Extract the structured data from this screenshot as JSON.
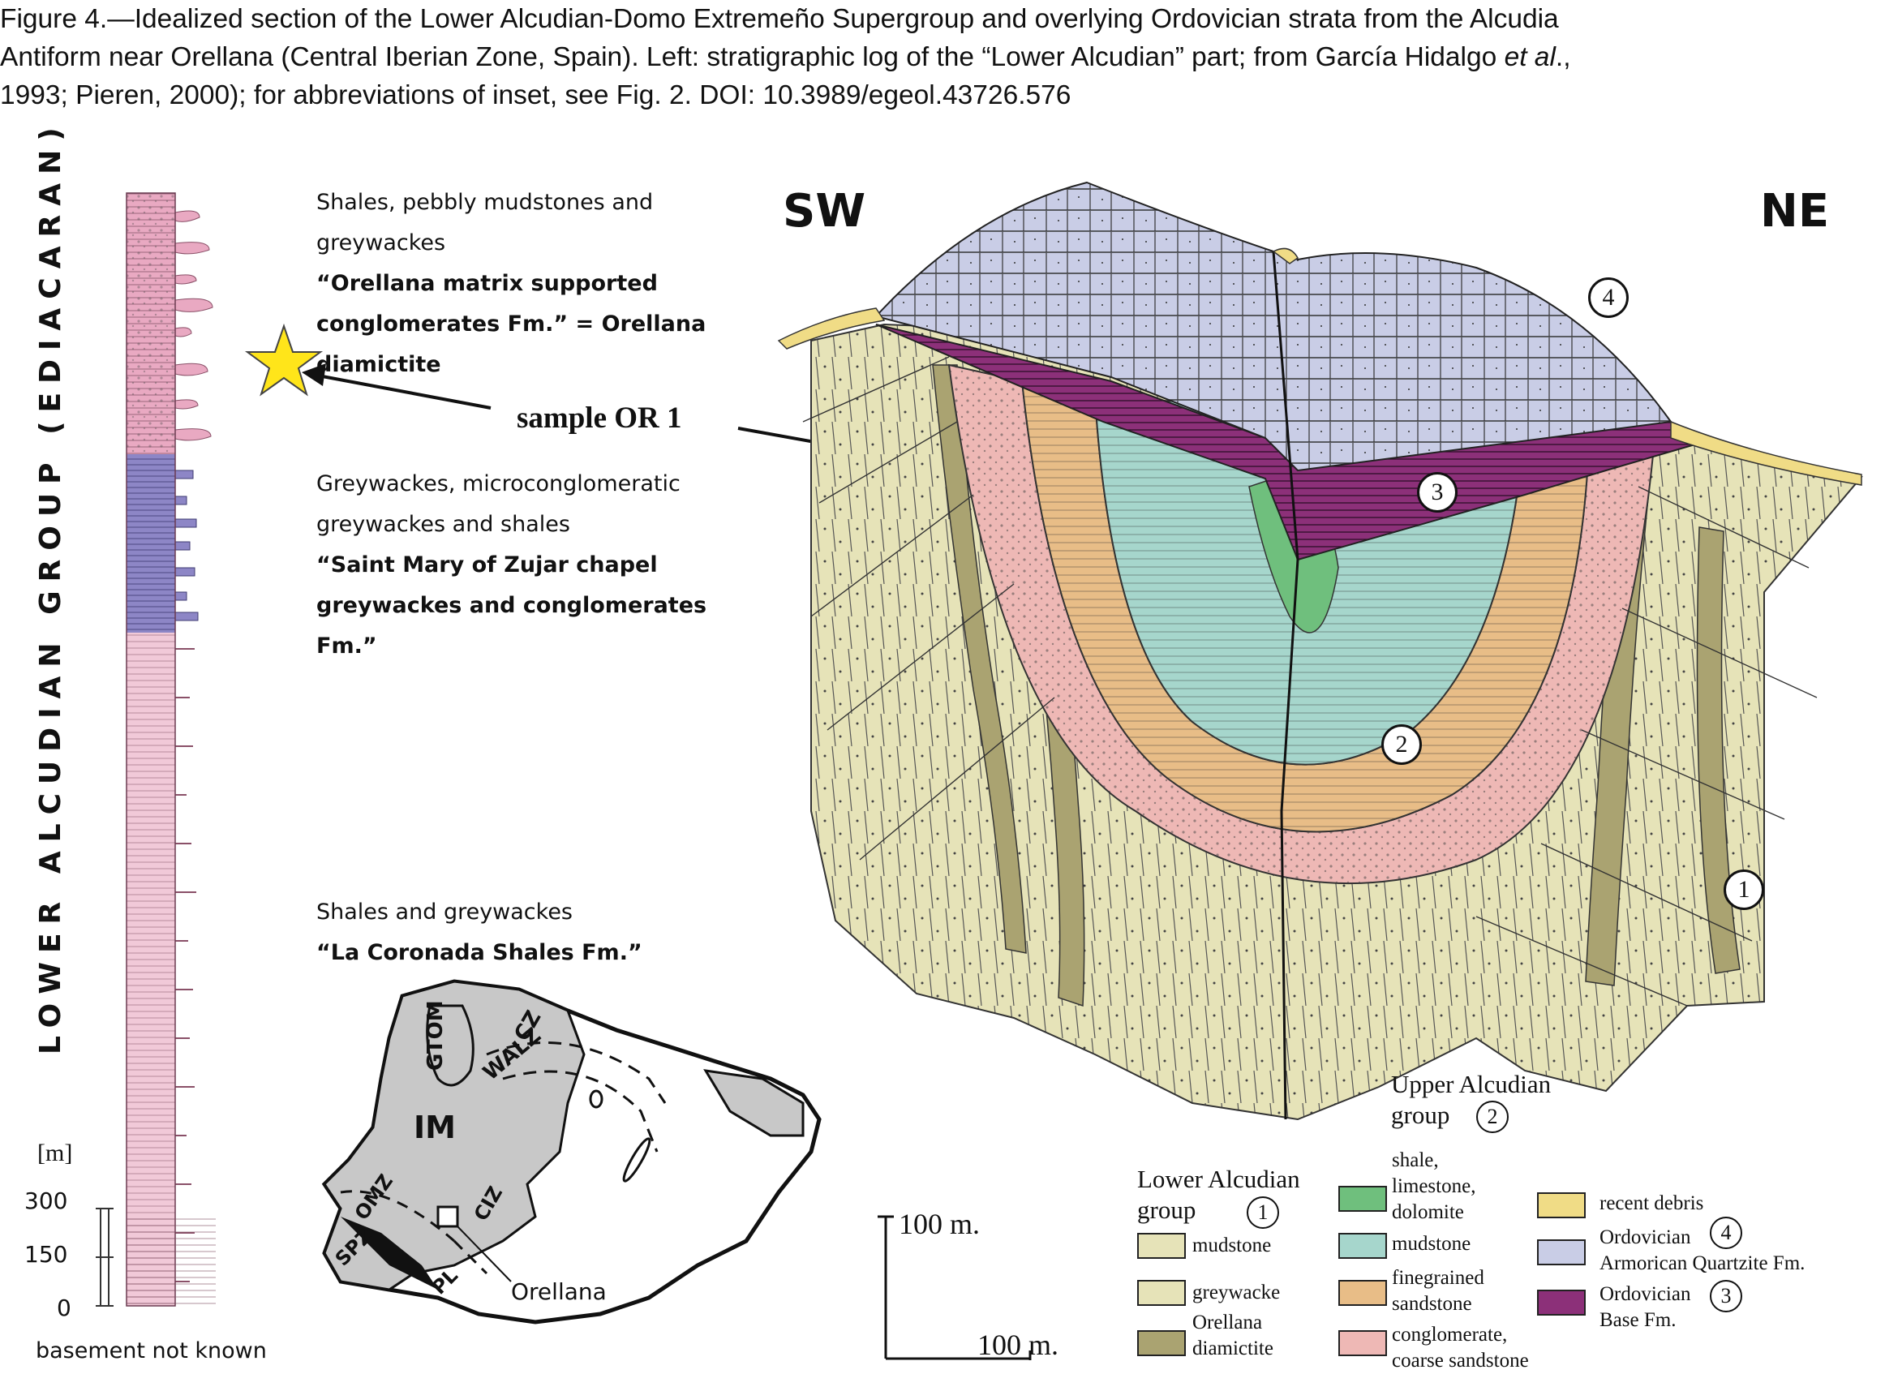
{
  "caption": {
    "line1": "Figure 4.—Idealized section of the Lower Alcudian-Domo Extremeño Supergroup and overlying Ordovician strata from the Alcudia",
    "line2_a": "Antiform near Orellana (Central Iberian Zone, Spain). Left: stratigraphic log of the “Lower Alcudian” part; from García Hidalgo ",
    "line2_em": "et al",
    "line2_b": ".,",
    "line3": "1993; Pieren, 2000); for abbreviations of inset, see Fig. 2.  DOI: 10.3989/egeol.43726.576"
  },
  "log": {
    "vertical_title": "LOWER ALCUDIAN GROUP (EDIACARAN)",
    "scale_unit": "[m]",
    "scale_ticks": [
      "300",
      "150",
      "0"
    ],
    "basement": "basement not known",
    "colors": {
      "pink": "#e9a9c2",
      "purple": "#8d86c6",
      "light_pink": "#f1c9d8"
    }
  },
  "units": {
    "upper": {
      "lithology": "Shales, pebbly mudstones and greywackes",
      "name_line1": "“Orellana matrix supported",
      "name_line2": "conglomerates Fm.” = Orellana diamictite"
    },
    "middle": {
      "lithology_line1": "Greywackes, microconglomeratic",
      "lithology_line2": "greywackes and shales",
      "name_line1": "“Saint Mary of Zujar chapel",
      "name_line2": "greywackes and conglomerates Fm.”"
    },
    "lower": {
      "lithology": "Shales and greywackes",
      "name": "“La Coronada Shales Fm.”"
    }
  },
  "sample_label": "sample OR 1",
  "section": {
    "left_dir": "SW",
    "right_dir": "NE",
    "markers": [
      "1",
      "2",
      "3",
      "4"
    ],
    "scale_vertical": "100 m.",
    "scale_horizontal": "100 m.",
    "colors": {
      "olive": "#e6e3b8",
      "diamictite": "#aaa371",
      "purple": "#8c3079",
      "lavender": "#c9cde6",
      "orange": "#e8bd87",
      "pinkish": "#eeb8b5",
      "teal": "#a6d6cc",
      "green": "#6fbf7d",
      "debris": "#f0dc86"
    }
  },
  "inset": {
    "labels": [
      "GTOM",
      "CZ",
      "WALZ",
      "IM",
      "OMZ",
      "CIZ",
      "SPZ",
      "PL"
    ],
    "city": "Orellana"
  },
  "legend": {
    "upper_group_line1": "Upper Alcudian",
    "upper_group_line2": "group",
    "upper_marker": "2",
    "lower_group_line1": "Lower Alcudian",
    "lower_group_line2": "group",
    "lower_marker": "1",
    "mudstone_1": "mudstone",
    "greywacke": "greywacke",
    "orellana_line1": "Orellana",
    "orellana_line2": "diamictite",
    "shale_line1": "shale,",
    "shale_line2": "limestone,",
    "shale_line3": "dolomite",
    "mudstone_2": "mudstone",
    "fine_line1": "finegrained",
    "fine_line2": "sandstone",
    "cong_line1": "conglomerate,",
    "cong_line2": "coarse sandstone",
    "debris": "recent debris",
    "armorican_line1": "Ordovician",
    "armorican_marker": "4",
    "armorican_line2": "Armorican Quartzite Fm.",
    "base_line1": "Ordovician",
    "base_marker": "3",
    "base_line2": "Base Fm."
  }
}
